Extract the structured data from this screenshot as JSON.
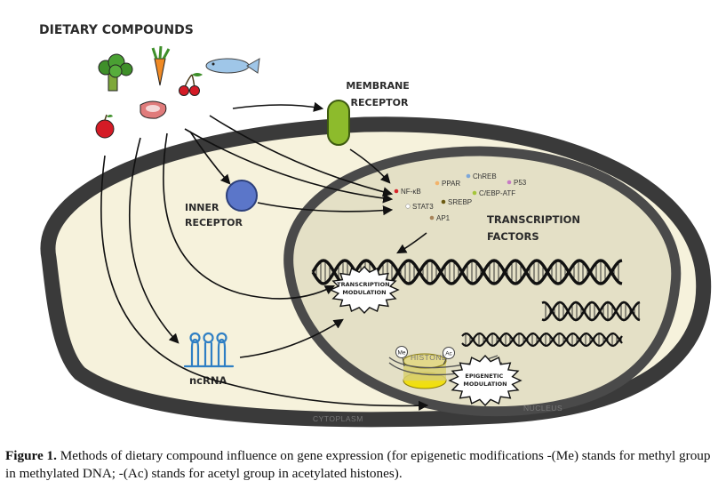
{
  "title": "DIETARY COMPOUNDS",
  "membrane_receptor": [
    "MEMBRANE",
    "RECEPTOR"
  ],
  "inner_receptor": [
    "INNER",
    "RECEPTOR"
  ],
  "transcription_factors_label": [
    "TRANSCRIPTION",
    "FACTORS"
  ],
  "transcription_factors": [
    {
      "name": "NF-κB",
      "color": "#d7262b"
    },
    {
      "name": "PPAR",
      "color": "#f2b36b"
    },
    {
      "name": "ChREB",
      "color": "#7da7d9"
    },
    {
      "name": "P53",
      "color": "#c77bc4"
    },
    {
      "name": "STAT3",
      "color": "#ffffff"
    },
    {
      "name": "SREBP",
      "color": "#6b5a12"
    },
    {
      "name": "C/EBP-ATF",
      "color": "#a5c53b"
    },
    {
      "name": "AP1",
      "color": "#a8845a"
    }
  ],
  "transcription_modulation": [
    "TRANSCRIPTION",
    "MODULATION"
  ],
  "epigenetic_modulation": [
    "EPIGENETIC",
    "MODULATION"
  ],
  "ncrna": "ncRNA",
  "cytoplasm": "CYTOPLASM",
  "nucleus": "NUCLEUS",
  "histone": "HISTONE",
  "me": "Me",
  "ac": "Ac",
  "food_icons": [
    "broccoli",
    "carrot",
    "fish",
    "cherries",
    "apple",
    "meat"
  ],
  "caption": {
    "label": "Figure 1.",
    "text": " Methods of dietary compound influence on gene expression (for epigenetic modifications -(Me) stands for methyl group in methylated DNA; -(Ac) stands for acetyl group in acetylated histones)."
  },
  "colors": {
    "cytoplasm_fill": "#f6f2dc",
    "membrane": "#3a3a3a",
    "nucleus_fill": "#e4e0c6",
    "receptor_green": "#8dbb2c",
    "receptor_blue": "#5b76c9",
    "ncrna_blue": "#2f7fc4"
  }
}
